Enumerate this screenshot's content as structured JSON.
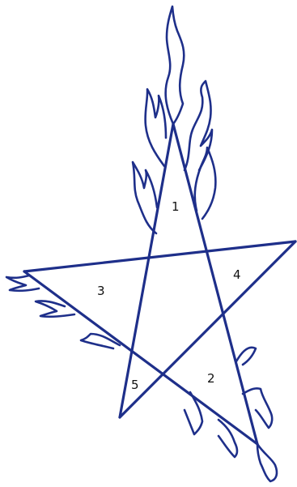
{
  "diagram": {
    "colors": {
      "stroke": "#1e2f8a",
      "label": "#111111",
      "background": "#ffffff"
    },
    "labels": [
      "1",
      "2",
      "3",
      "4",
      "5"
    ]
  }
}
